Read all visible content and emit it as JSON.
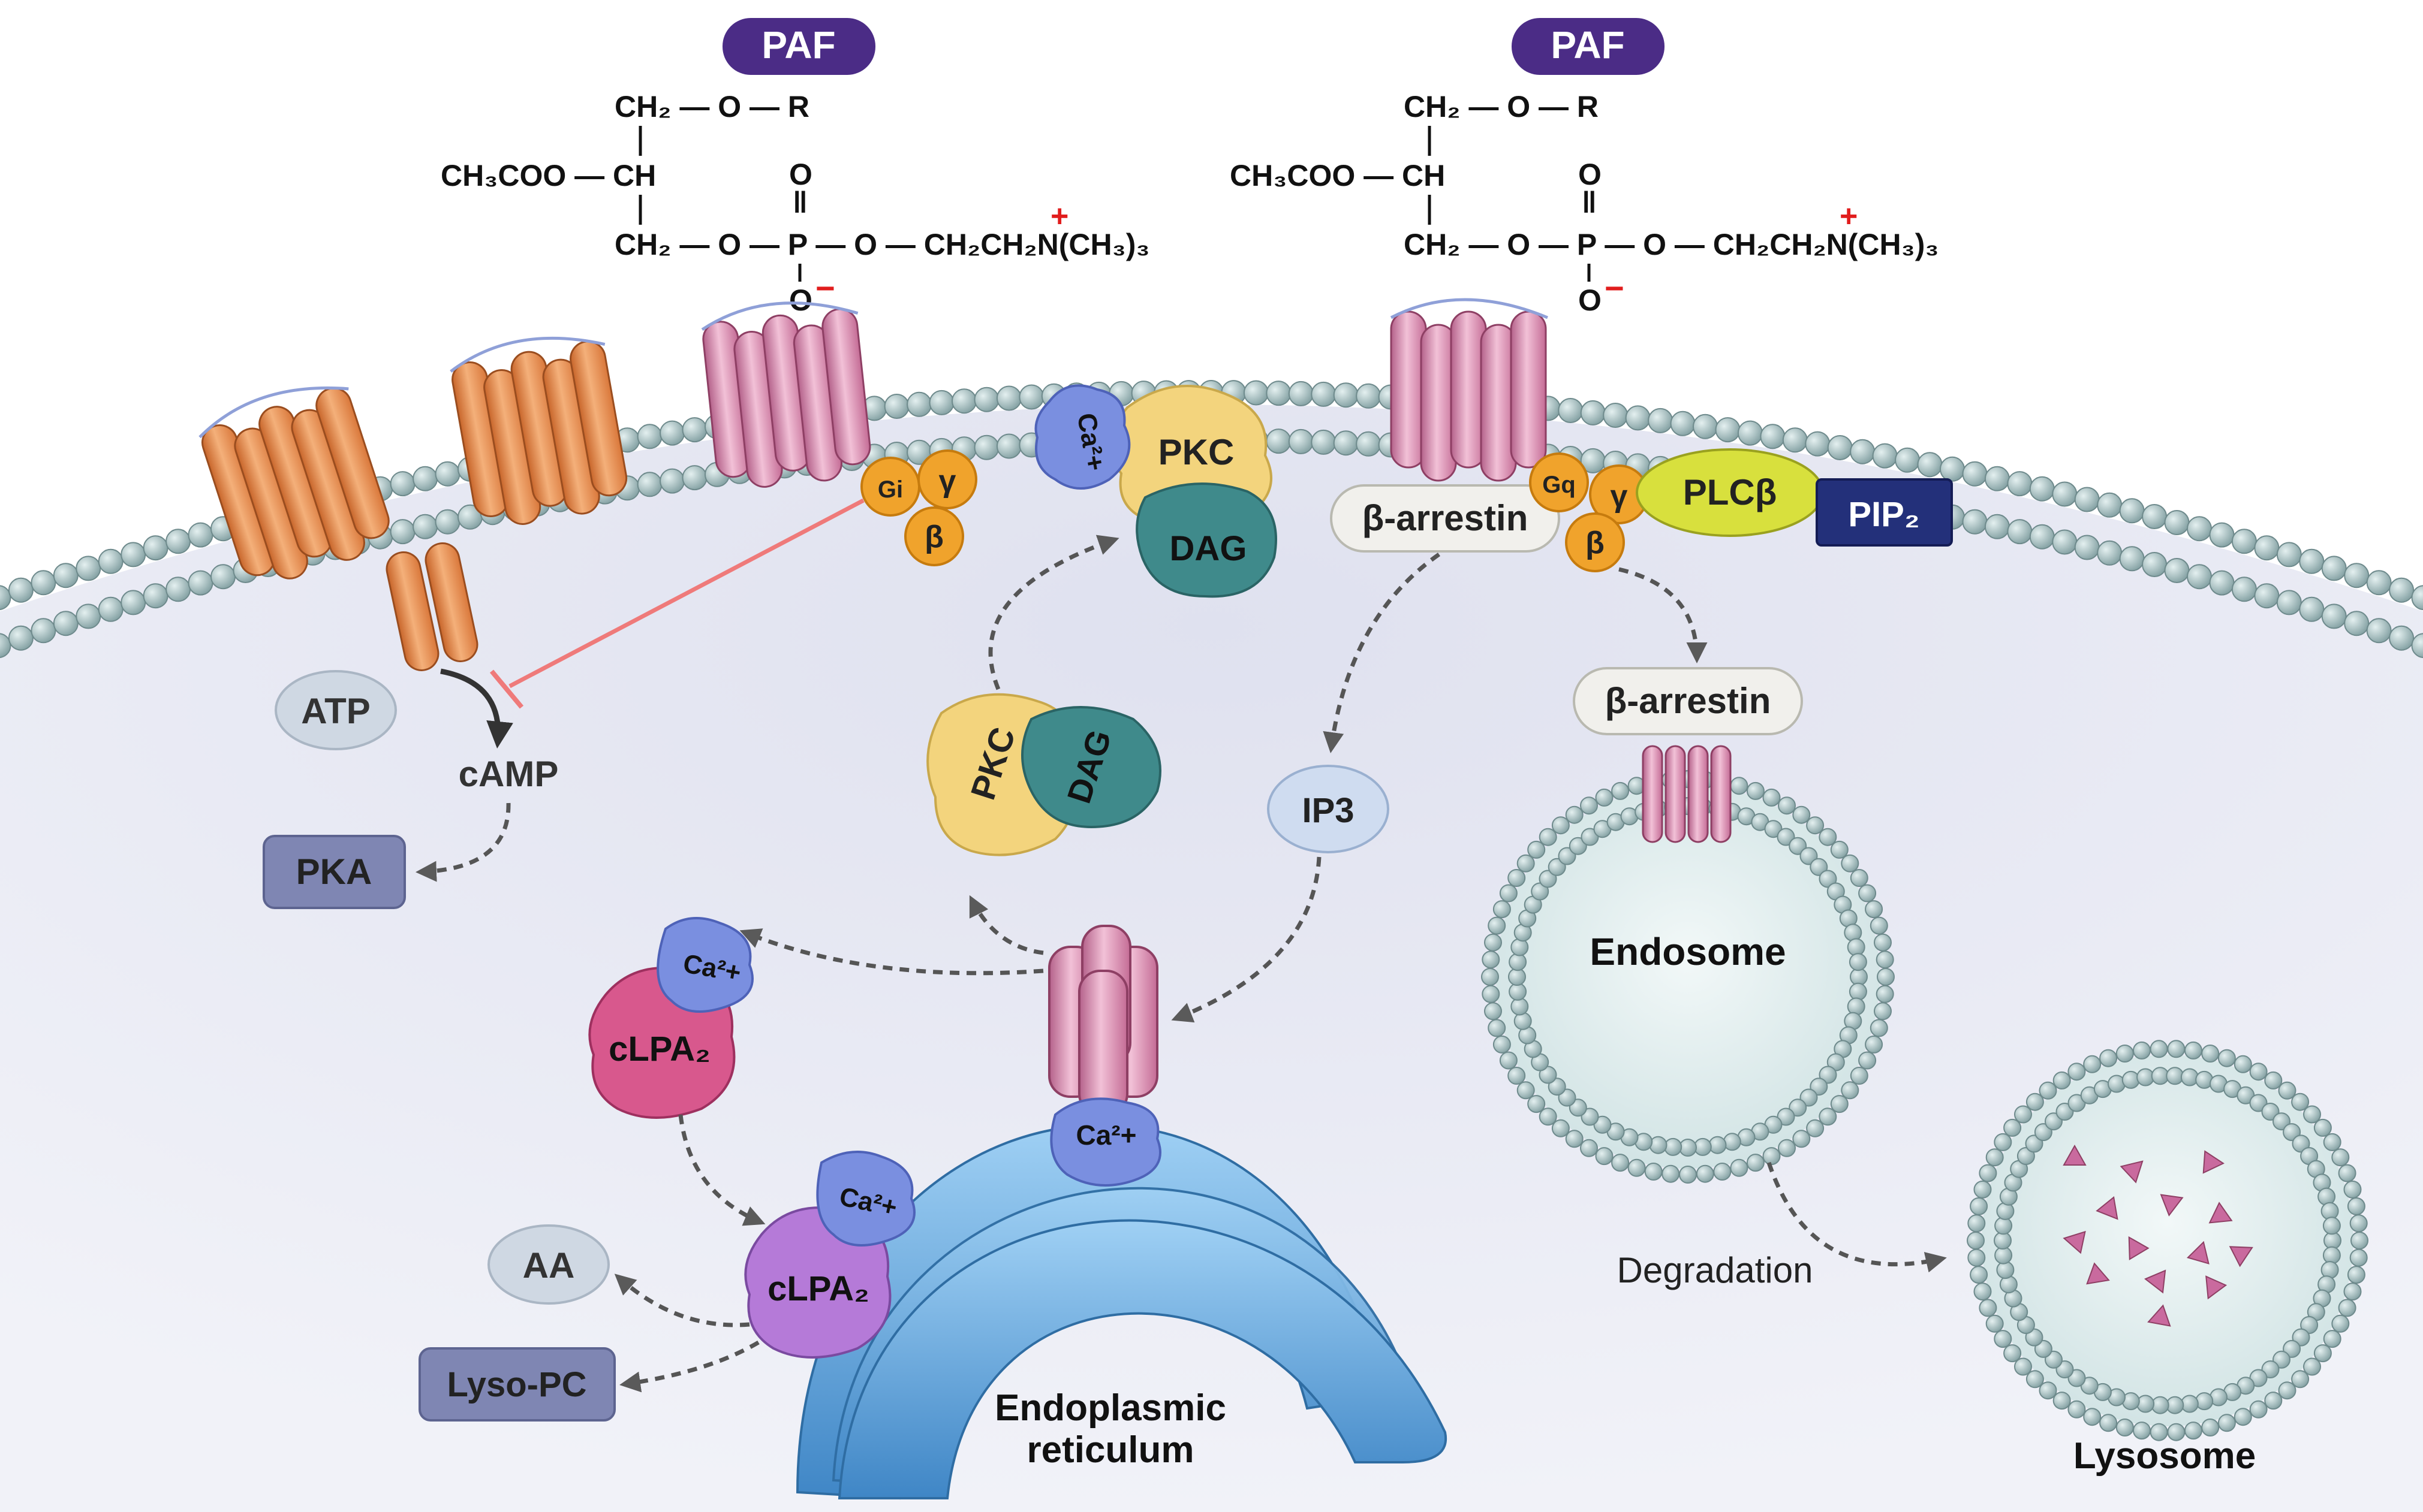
{
  "paf": {
    "badge": "PAF",
    "ch2_or": "CH₂ — O — R",
    "ch3coo_ch": "CH₃COO — CH",
    "phos_o": "O",
    "phos_dbl": "‖",
    "p_row_left": "CH₂ — O — P — O — CH₂CH₂N(CH₃)₃",
    "plus": "+",
    "o_minus": "O",
    "minus": "−"
  },
  "labels": {
    "atp": "ATP",
    "camp": "cAMP",
    "pka": "PKA",
    "gi": "Gi",
    "gq": "Gq",
    "gamma": "γ",
    "beta": "β",
    "ca": "Ca²+",
    "pkc": "PKC",
    "dag": "DAG",
    "beta_arrestin": "β-arrestin",
    "plcb": "PLCβ",
    "pip2": "PIP₂",
    "ip3": "IP3",
    "clpa2": "cLPA₂",
    "aa": "AA",
    "lysopc": "Lyso-PC",
    "er_line1": "Endoplasmic",
    "er_line2": "reticulum",
    "endosome": "Endosome",
    "degradation": "Degradation",
    "lysosome": "Lysosome"
  },
  "colors": {
    "paf_badge": "#4b2c86",
    "cytoplasm": "#e9eaf4",
    "bead": "#9fb8ba",
    "gpcr_orange": "#e9934d",
    "gpcr_pink": "#d17fa2",
    "g_protein": "#f0a32c",
    "pkc": "#f3d47d",
    "dag": "#3f8a8b",
    "calcium": "#7a8fe0",
    "plcb": "#d8e03d",
    "pip2": "#23307a",
    "clpa2_pink": "#d8588d",
    "clpa2_violet": "#b57ad8",
    "pka": "#7f86b3",
    "er": "#5aa4de",
    "inhibit": "#ef7a7a"
  }
}
